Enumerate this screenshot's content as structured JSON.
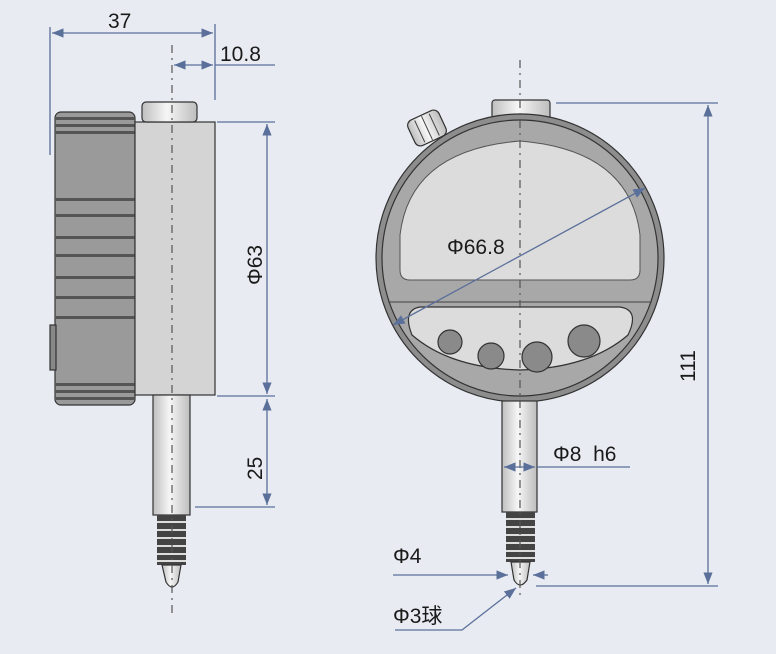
{
  "side_view": {
    "width_total": "37",
    "offset": "10.8",
    "case_diameter": "Φ63",
    "stroke": "25"
  },
  "front_view": {
    "bezel_diameter": "Φ66.8",
    "height_total": "111",
    "stem_diameter": "Φ8  h6",
    "tip_diameter": "Φ4",
    "ball_diameter": "Φ3球"
  },
  "colors": {
    "dimension_line": "#5a6f9a",
    "background": "#e8ecf2",
    "body": "#a9a9a9",
    "display": "#dcdcdc"
  }
}
